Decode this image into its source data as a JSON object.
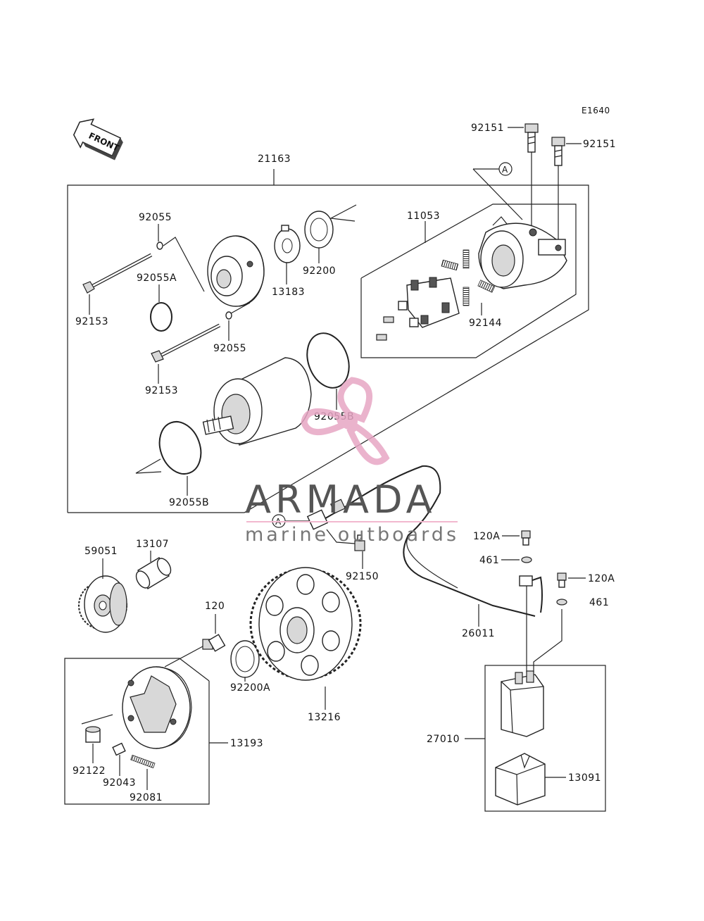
{
  "diagram": {
    "code": "E1640",
    "front_label": "FRONT",
    "ref_marker": "A",
    "parts": {
      "p21163": "21163",
      "p11053": "11053",
      "p92151_a": "92151",
      "p92151_b": "92151",
      "p92055_top": "92055",
      "p92055A": "92055A",
      "p92055_mid": "92055",
      "p92153_a": "92153",
      "p92153_b": "92153",
      "p13183": "13183",
      "p92200": "92200",
      "p92144": "92144",
      "p92055B_a": "92055B",
      "p92055B_b": "92055B",
      "p59051": "59051",
      "p13107": "13107",
      "p120": "120",
      "p92150": "92150",
      "p120A_a": "120A",
      "p120A_b": "120A",
      "p461_a": "461",
      "p461_b": "461",
      "p26011": "26011",
      "p92200A": "92200A",
      "p13216": "13216",
      "p13193": "13193",
      "p92122": "92122",
      "p92043": "92043",
      "p92081": "92081",
      "p27010": "27010",
      "p13091": "13091"
    }
  },
  "watermark": {
    "brand": "ARMADA",
    "tagline": "marine outboards",
    "accent_color": "#e7a6c4",
    "line_color": "#f2b8cf"
  }
}
